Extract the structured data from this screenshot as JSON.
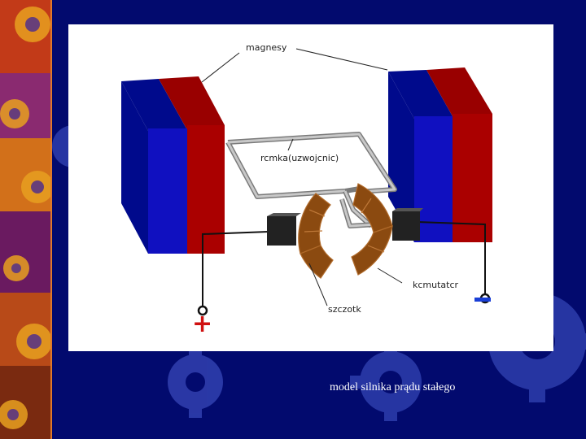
{
  "slide": {
    "caption": "model silnika prądu stałego"
  },
  "figure": {
    "labels": {
      "magnets": "magnesy",
      "coil": "rcmka(uzwojcnic)",
      "commutator": "kcmutatcr",
      "brushes": "szczotk"
    },
    "terminals": {
      "positive": "+",
      "negative": "-"
    }
  },
  "colors": {
    "background": "#020a6e",
    "magnet_blue": "#000a8c",
    "magnet_red": "#990000",
    "commutator": "#8b4a10",
    "coil_frame": "#9a9a9a",
    "positive": "#d01010",
    "negative": "#1a3fd6"
  }
}
